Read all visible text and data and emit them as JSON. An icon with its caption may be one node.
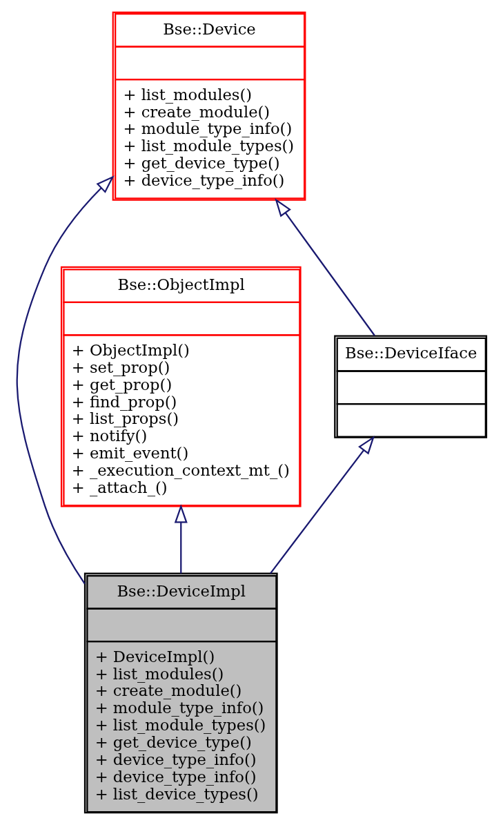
{
  "diagram": {
    "nodes": [
      {
        "text": [
          "Bse::Device",
          "+ list_modules()",
          "+ create_module()",
          "+ module_type_info()",
          "+ list_module_types()",
          "+ get_device_type()",
          "+ device_type_info()"
        ]
      },
      {
        "text": [
          "Bse::ObjectImpl",
          "+ ObjectImpl()",
          "+ set_prop()",
          "+ get_prop()",
          "+ find_prop()",
          "+ list_props()",
          "+ notify()",
          "+ emit_event()",
          "+ _execution_context_mt_()",
          "+ _attach_()"
        ]
      },
      {
        "text": [
          "Bse::DeviceIface"
        ]
      },
      {
        "text": [
          "Bse::DeviceImpl",
          "+ DeviceImpl()",
          "+ list_modules()",
          "+ create_module()",
          "+ module_type_info()",
          "+ list_module_types()",
          "+ get_device_type()",
          "+ device_type_info()",
          "+ device_type_info()",
          "+ list_device_types()"
        ]
      }
    ],
    "edges": [
      {
        "from": 3,
        "to": 1,
        "arrow": "to"
      },
      {
        "from": 3,
        "to": 0,
        "arrow": "to"
      },
      {
        "from": 3,
        "to": 2,
        "arrow": "to"
      },
      {
        "from": 2,
        "to": 0,
        "arrow": "to"
      }
    ]
  }
}
